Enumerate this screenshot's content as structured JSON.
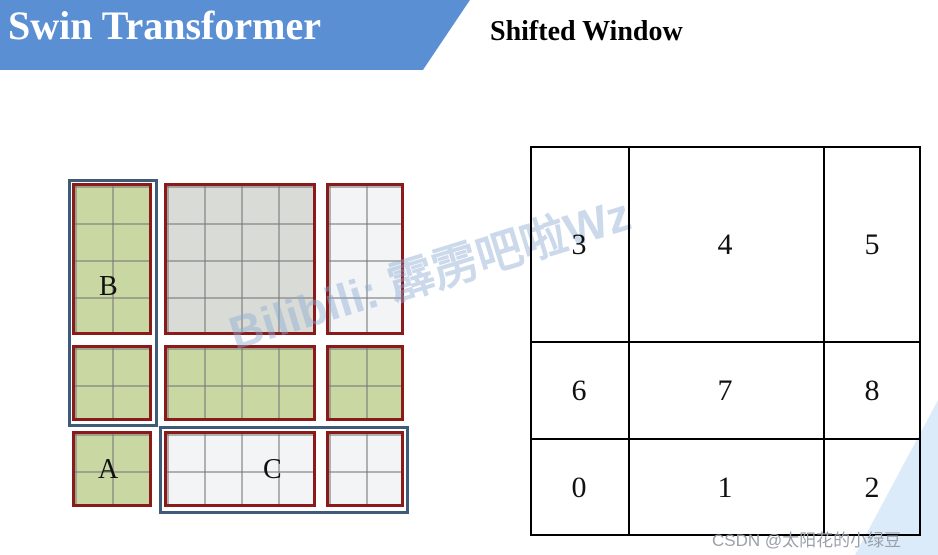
{
  "header": {
    "title": "Swin Transformer",
    "subtitle": "Shifted Window"
  },
  "left_panel": {
    "region_labels": {
      "a": "A",
      "b": "B",
      "c": "C"
    },
    "watermark": "Bilibili: 霹雳吧啦Wz"
  },
  "right_panel": {
    "cells": [
      "3",
      "4",
      "5",
      "6",
      "7",
      "8",
      "0",
      "1",
      "2"
    ]
  },
  "footer": {
    "credit": "CSDN @太阳花的小绿豆"
  },
  "colors": {
    "banner": "#5b8fd3",
    "patch_border": "#8b1a1a",
    "window_outline": "#3f5b7a"
  }
}
